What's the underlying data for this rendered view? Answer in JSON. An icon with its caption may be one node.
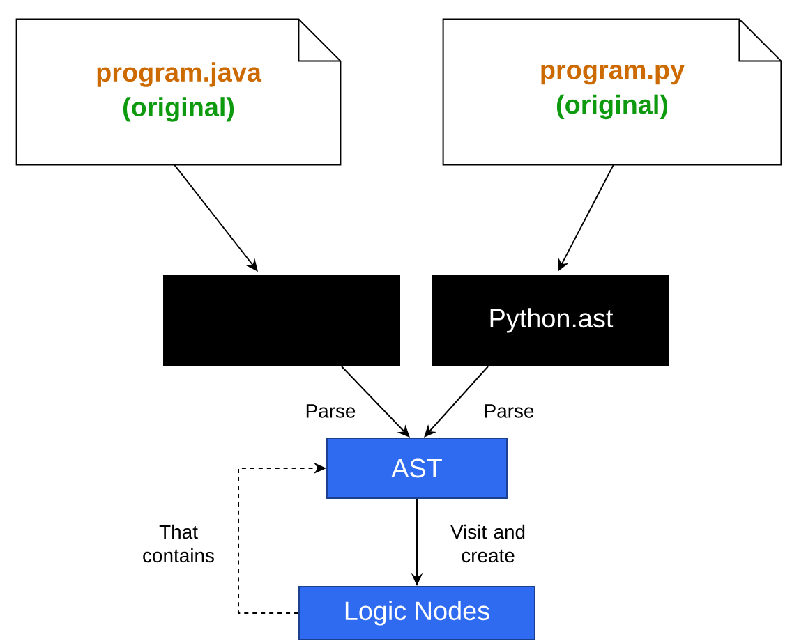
{
  "diagram": {
    "nodes": [
      {
        "text": [
          "program.java",
          "(original)"
        ]
      },
      {
        "text": [
          "program.py",
          "(original)"
        ]
      },
      {
        "text": [],
        "shape": "box"
      },
      {
        "text": [
          "Python.ast"
        ]
      },
      {
        "text": [
          "AST"
        ]
      },
      {
        "text": [
          "Logic Nodes"
        ]
      }
    ],
    "edges": [
      {
        "from": 0,
        "to": 2,
        "arrow": "to"
      },
      {
        "from": 1,
        "to": 3,
        "arrow": "to"
      },
      {
        "from": 2,
        "to": 4,
        "arrow": "to",
        "label": "Parse"
      },
      {
        "from": 3,
        "to": 4,
        "arrow": "to",
        "label": "Parse"
      },
      {
        "from": 4,
        "to": 5,
        "arrow": "to",
        "label": "Visit and create"
      },
      {
        "from": 5,
        "to": 4,
        "arrow": "to",
        "label": "That contains",
        "style": "dashed"
      }
    ]
  }
}
